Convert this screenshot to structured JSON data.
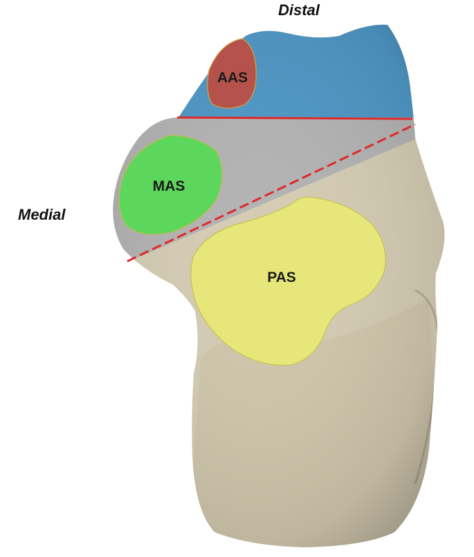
{
  "labels": {
    "distal": "Distal",
    "medial": "Medial"
  },
  "facets": {
    "aas": {
      "label": "AAS",
      "color": "#b5524c"
    },
    "mas": {
      "label": "MAS",
      "color": "#5cd65c"
    },
    "pas": {
      "label": "PAS",
      "color": "#e6e67a"
    }
  },
  "regions": {
    "distal_color": "#4f98c6",
    "middle_color": "#b3b3b3",
    "proximal_color": "#d4ccb3"
  },
  "lines": {
    "color": "#e02828"
  }
}
